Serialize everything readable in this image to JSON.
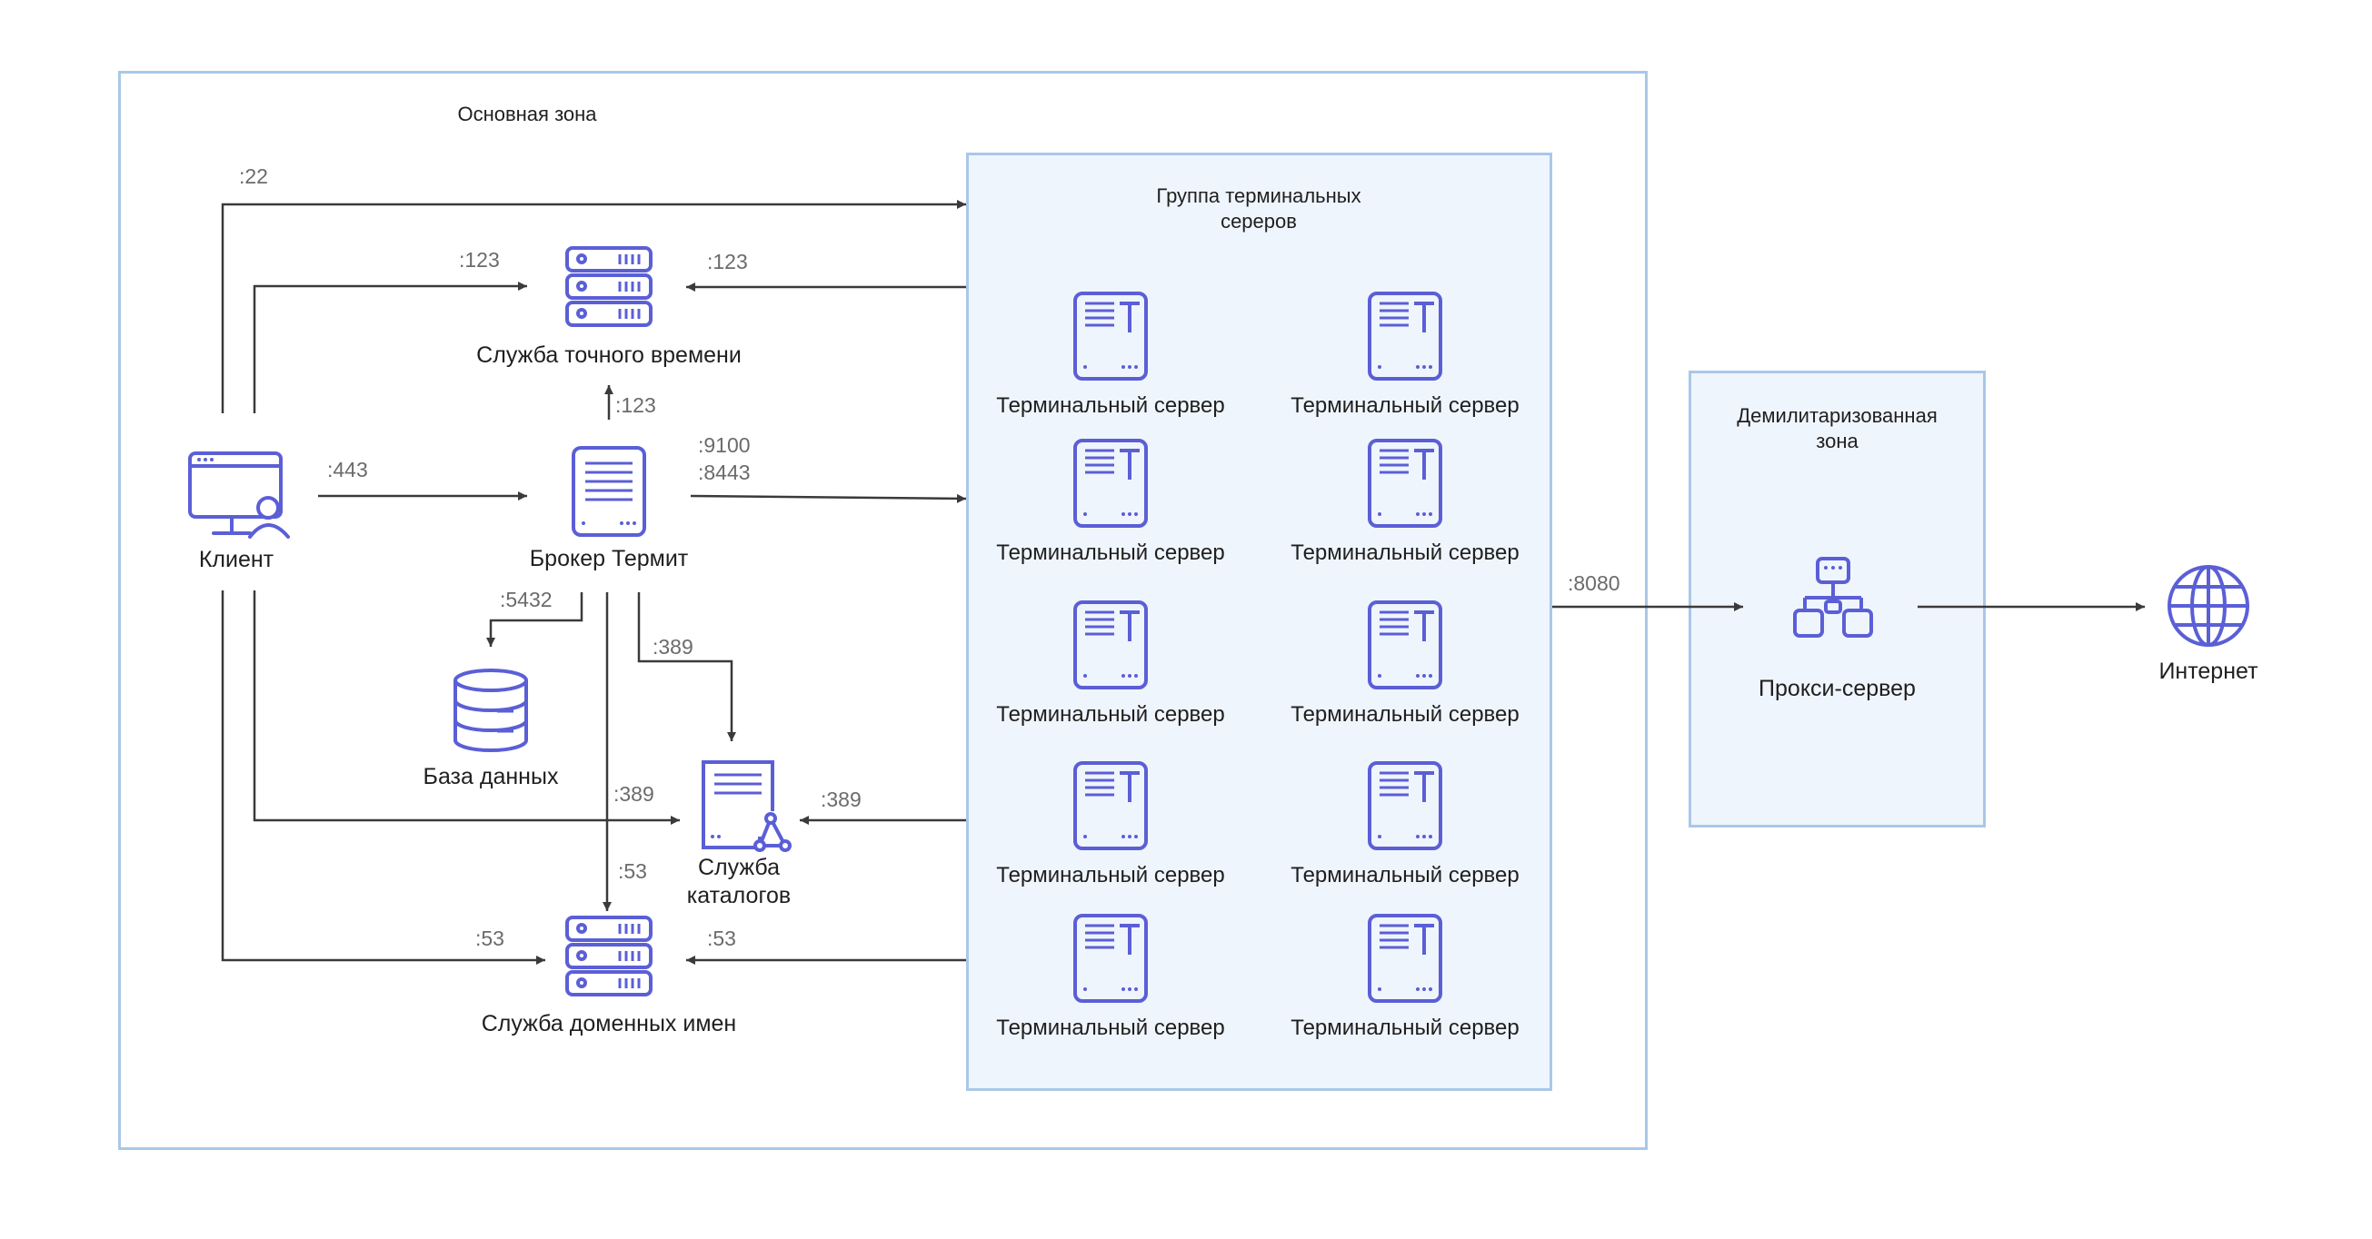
{
  "zones": {
    "main": "Основная зона",
    "group": "Группа терминальных\nсереров",
    "dmz": "Демилитаризованная\nзона"
  },
  "nodes": {
    "client": "Клиент",
    "time_service": "Служба точного времени",
    "broker": "Брокер Термит",
    "database": "База данных",
    "catalog": "Служба\nкаталогов",
    "dns": "Служба доменных имен",
    "proxy": "Прокси-сервер",
    "internet": "Интернет"
  },
  "terminal_servers": [
    "Терминальный сервер",
    "Терминальный сервер",
    "Терминальный сервер",
    "Терминальный сервер",
    "Терминальный сервер",
    "Терминальный сервер",
    "Терминальный сервер",
    "Терминальный сервер",
    "Терминальный сервер",
    "Терминальный сервер"
  ],
  "ports": {
    "p22": ":22",
    "p123_client": ":123",
    "p123_group": ":123",
    "p123_broker": ":123",
    "p443": ":443",
    "p9100_8443": ":9100\n:8443",
    "p5432": ":5432",
    "p389_broker": ":389",
    "p389_left": ":389",
    "p389_group": ":389",
    "p53_broker": ":53",
    "p53_client": ":53",
    "p53_group": ":53",
    "p8080": ":8080"
  },
  "colors": {
    "icon": "#5b5fd6",
    "zone_border": "#a9c8e8",
    "zone_fill": "#eff5fc",
    "line": "#3a3a3a",
    "port_text": "#6b6b6b"
  }
}
